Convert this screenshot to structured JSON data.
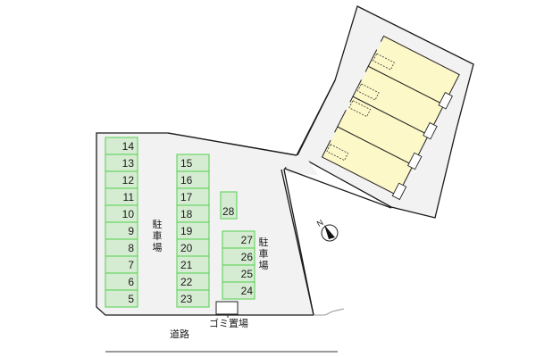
{
  "map": {
    "labels": {
      "parking_left": [
        "駐",
        "車",
        "場"
      ],
      "parking_right": [
        "駐",
        "車",
        "場"
      ],
      "garbage": "ゴミ置場",
      "road": "道路",
      "north": "N"
    },
    "parking": {
      "column_a": [
        "14",
        "13",
        "12",
        "11",
        "10",
        "9",
        "8",
        "7",
        "6",
        "5"
      ],
      "column_b": [
        "15",
        "16",
        "17",
        "18",
        "19",
        "20",
        "21",
        "22",
        "23"
      ],
      "single": "28",
      "column_c": [
        "27",
        "26",
        "25",
        "24"
      ]
    },
    "colors": {
      "space_fill": "#d6ecd2",
      "space_stroke": "#5fd35a",
      "lot_fill": "#f2f2f2",
      "building_fill": "#fdf8c8"
    },
    "building_units": 4
  }
}
